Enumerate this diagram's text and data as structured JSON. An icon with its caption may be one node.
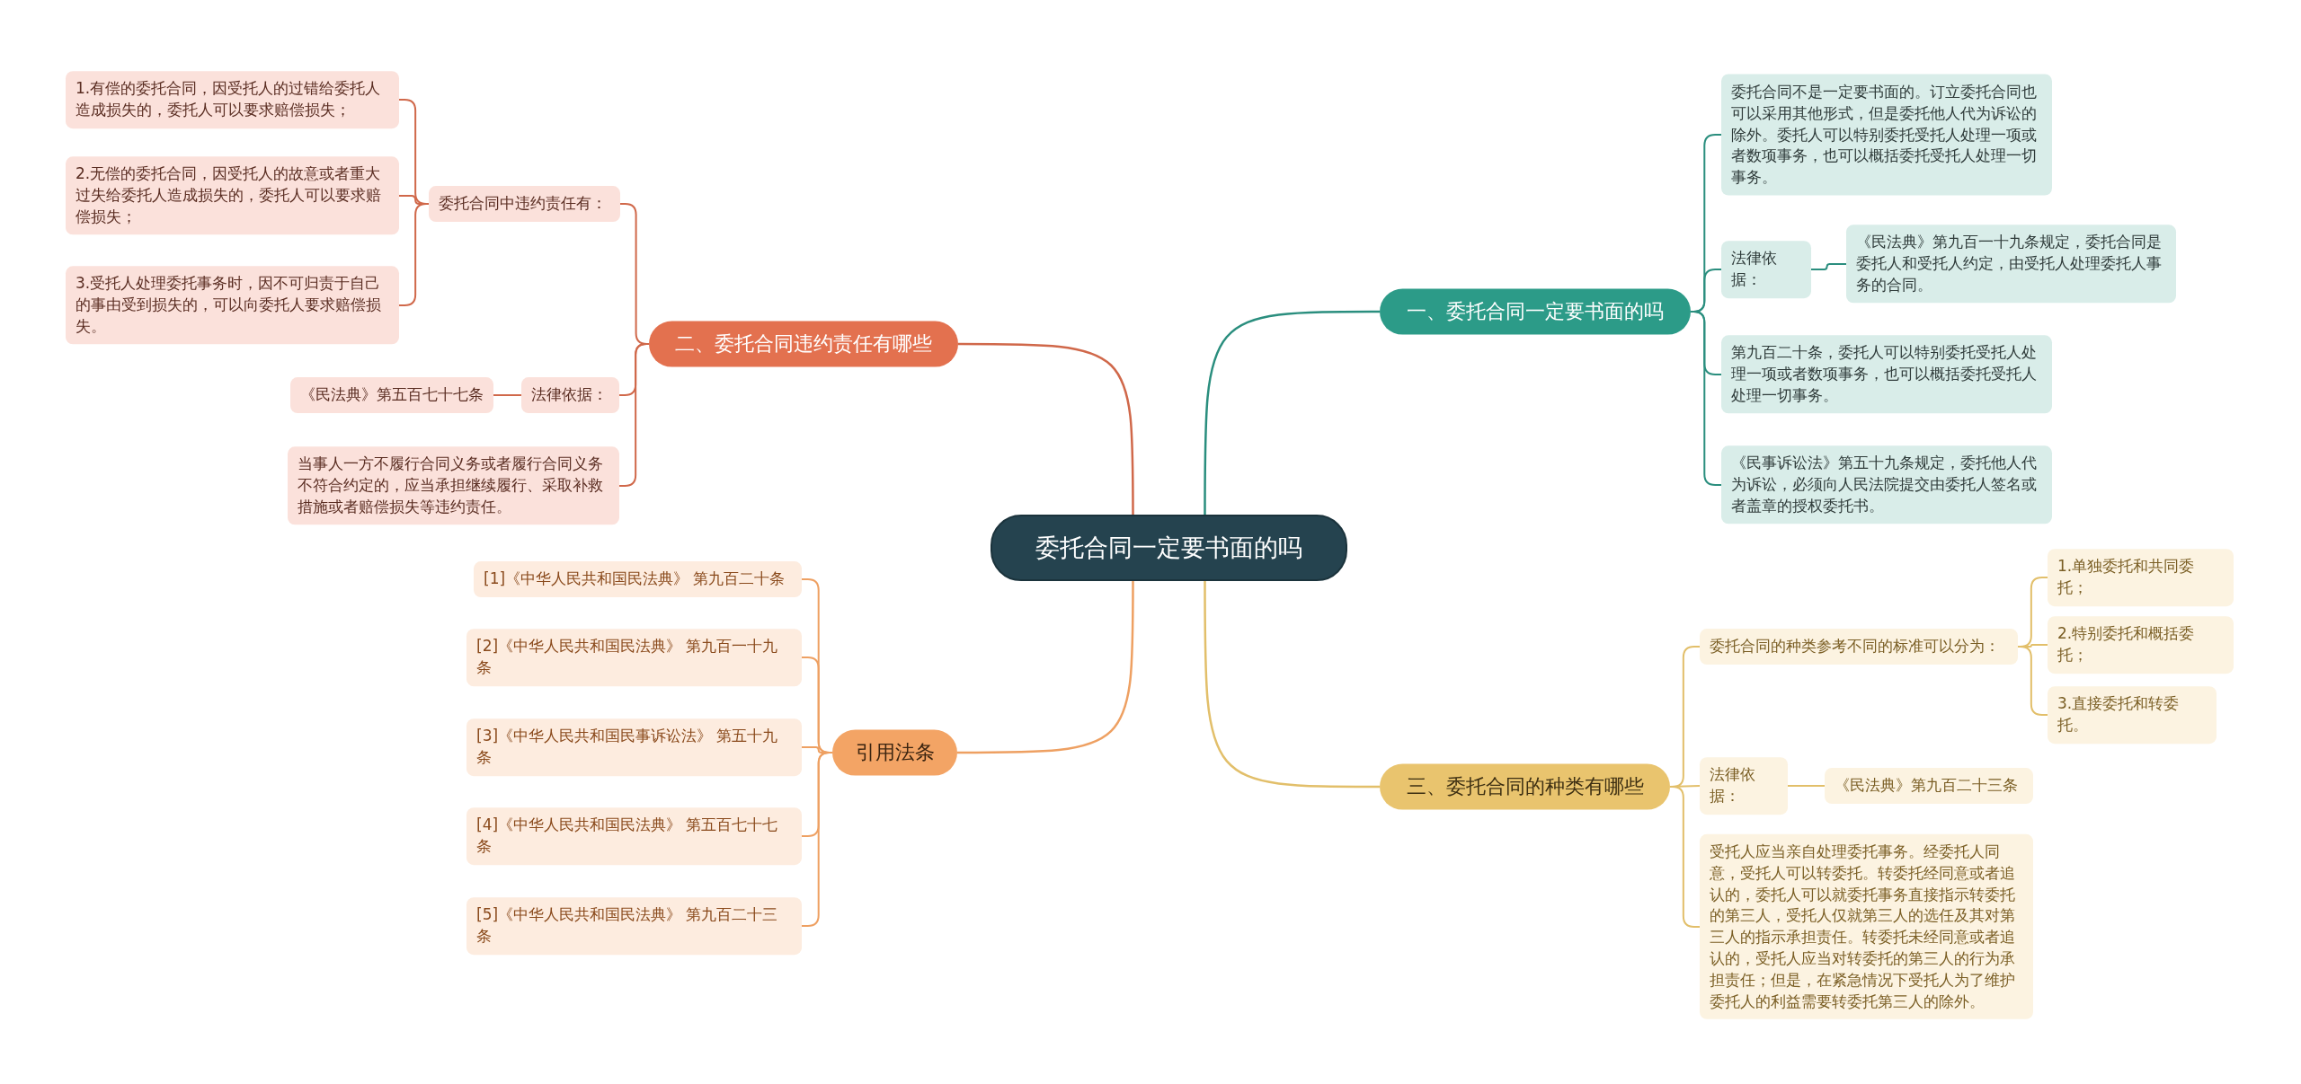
{
  "diagram": {
    "nodes": [
      {
        "text": [
          "委托合同一定要书面的吗"
        ]
      },
      {
        "text": [
          "一、委托合同一定要书面的吗"
        ]
      },
      {
        "text": [
          "委托合同不是一定要书面的。订立委托合同也可以采用其他形式，但是委托他人代为诉讼的除外。委托人可以特别委托受托人处理一项或者数项事务，也可以概括委托受托人处理一切事务。"
        ]
      },
      {
        "text": [
          "法律依据："
        ]
      },
      {
        "text": [
          "《民法典》第九百一十九条规定，委托合同是委托人和受托人约定，由受托人处理委托人事务的合同。"
        ]
      },
      {
        "text": [
          "第九百二十条，委托人可以特别委托受托人处理一项或者数项事务，也可以概括委托受托人处理一切事务。"
        ]
      },
      {
        "text": [
          "《民事诉讼法》第五十九条规定，委托他人代为诉讼，必须向人民法院提交由委托人签名或者盖章的授权委托书。"
        ]
      },
      {
        "text": [
          "二、委托合同违约责任有哪些"
        ]
      },
      {
        "text": [
          "委托合同中违约责任有："
        ]
      },
      {
        "text": [
          "1.有偿的委托合同，因受托人的过错给委托人造成损失的，委托人可以要求赔偿损失；"
        ]
      },
      {
        "text": [
          "2.无偿的委托合同，因受托人的故意或者重大过失给委托人造成损失的，委托人可以要求赔偿损失；"
        ]
      },
      {
        "text": [
          "3.受托人处理委托事务时，因不可归责于自己的事由受到损失的，可以向委托人要求赔偿损失。"
        ]
      },
      {
        "text": [
          "法律依据："
        ]
      },
      {
        "text": [
          "《民法典》第五百七十七条"
        ]
      },
      {
        "text": [
          "当事人一方不履行合同义务或者履行合同义务不符合约定的，应当承担继续履行、采取补救措施或者赔偿损失等违约责任。"
        ]
      },
      {
        "text": [
          "引用法条"
        ]
      },
      {
        "text": [
          "[1]《中华人民共和国民法典》 第九百二十条"
        ]
      },
      {
        "text": [
          "[2]《中华人民共和国民法典》 第九百一十九条"
        ]
      },
      {
        "text": [
          "[3]《中华人民共和国民事诉讼法》 第五十九条"
        ]
      },
      {
        "text": [
          "[4]《中华人民共和国民法典》 第五百七十七条"
        ]
      },
      {
        "text": [
          "[5]《中华人民共和国民法典》 第九百二十三条"
        ]
      },
      {
        "text": [
          "三、委托合同的种类有哪些"
        ]
      },
      {
        "text": [
          "委托合同的种类参考不同的标准可以分为："
        ]
      },
      {
        "text": [
          "1.单独委托和共同委托；"
        ]
      },
      {
        "text": [
          "2.特别委托和概括委托；"
        ]
      },
      {
        "text": [
          "3.直接委托和转委托。"
        ]
      },
      {
        "text": [
          "法律依据："
        ]
      },
      {
        "text": [
          "《民法典》第九百二十三条"
        ]
      },
      {
        "text": [
          "受托人应当亲自处理委托事务。经委托人同意，受托人可以转委托。转委托经同意或者追认的，委托人可以就委托事务直接指示转委托的第三人，受托人仅就第三人的选任及其对第三人的指示承担责任。转委托未经同意或者追认的，受托人应当对转委托的第三人的行为承担责任；但是，在紧急情况下受托人为了维护委托人的利益需要转委托第三人的除外。"
        ]
      }
    ],
    "edges": [
      {
        "from": 0,
        "to": 1,
        "arrow": "none",
        "color": "#2a8e7e"
      },
      {
        "from": 1,
        "to": 2,
        "arrow": "none",
        "color": "#2a8e7e"
      },
      {
        "from": 1,
        "to": 3,
        "arrow": "none",
        "color": "#2a8e7e"
      },
      {
        "from": 3,
        "to": 4,
        "arrow": "none",
        "color": "#2a8e7e"
      },
      {
        "from": 1,
        "to": 5,
        "arrow": "none",
        "color": "#2a8e7e"
      },
      {
        "from": 1,
        "to": 6,
        "arrow": "none",
        "color": "#2a8e7e"
      },
      {
        "from": 0,
        "to": 7,
        "arrow": "none",
        "color": "#d0684a"
      },
      {
        "from": 7,
        "to": 8,
        "arrow": "none",
        "color": "#d0684a"
      },
      {
        "from": 8,
        "to": 9,
        "arrow": "none",
        "color": "#d0684a"
      },
      {
        "from": 8,
        "to": 10,
        "arrow": "none",
        "color": "#d0684a"
      },
      {
        "from": 8,
        "to": 11,
        "arrow": "none",
        "color": "#d0684a"
      },
      {
        "from": 7,
        "to": 12,
        "arrow": "none",
        "color": "#d0684a"
      },
      {
        "from": 12,
        "to": 13,
        "arrow": "none",
        "color": "#d0684a"
      },
      {
        "from": 7,
        "to": 14,
        "arrow": "none",
        "color": "#d0684a"
      },
      {
        "from": 0,
        "to": 15,
        "arrow": "none",
        "color": "#eea062"
      },
      {
        "from": 15,
        "to": 16,
        "arrow": "none",
        "color": "#eea062"
      },
      {
        "from": 15,
        "to": 17,
        "arrow": "none",
        "color": "#eea062"
      },
      {
        "from": 15,
        "to": 18,
        "arrow": "none",
        "color": "#eea062"
      },
      {
        "from": 15,
        "to": 19,
        "arrow": "none",
        "color": "#eea062"
      },
      {
        "from": 15,
        "to": 20,
        "arrow": "none",
        "color": "#eea062"
      },
      {
        "from": 0,
        "to": 21,
        "arrow": "none",
        "color": "#e2bf6a"
      },
      {
        "from": 21,
        "to": 22,
        "arrow": "none",
        "color": "#e2bf6a"
      },
      {
        "from": 22,
        "to": 23,
        "arrow": "none",
        "color": "#e2bf6a"
      },
      {
        "from": 22,
        "to": 24,
        "arrow": "none",
        "color": "#e2bf6a"
      },
      {
        "from": 22,
        "to": 25,
        "arrow": "none",
        "color": "#e2bf6a"
      },
      {
        "from": 21,
        "to": 26,
        "arrow": "none",
        "color": "#e2bf6a"
      },
      {
        "from": 26,
        "to": 27,
        "arrow": "none",
        "color": "#e2bf6a"
      },
      {
        "from": 21,
        "to": 28,
        "arrow": "none",
        "color": "#e2bf6a"
      }
    ]
  }
}
